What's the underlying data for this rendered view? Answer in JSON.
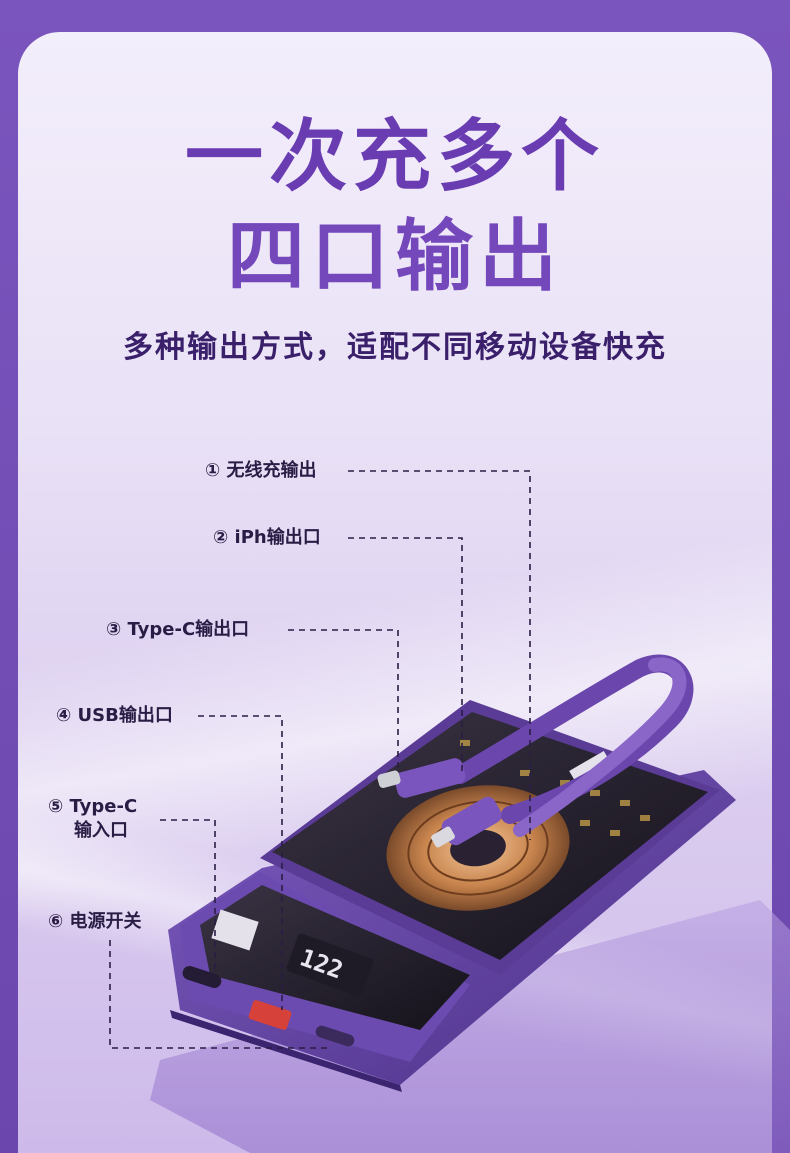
{
  "headline": {
    "line1": "一次充多个",
    "line2": "四口输出"
  },
  "subtitle": "多种输出方式，适配不同移动设备快充",
  "callouts": [
    {
      "number": "①",
      "text": "无线充输出"
    },
    {
      "number": "②",
      "text": "iPh输出口"
    },
    {
      "number": "③",
      "text": "Type-C输出口"
    },
    {
      "number": "④",
      "text": "USB输出口"
    },
    {
      "number": "⑤",
      "text": "Type-C",
      "text2": "输入口"
    },
    {
      "number": "⑥",
      "text": "电源开关"
    }
  ],
  "colors": {
    "accent": "#6a3cb2",
    "frame": "#6f4fb0",
    "device": "#5b3d96"
  }
}
